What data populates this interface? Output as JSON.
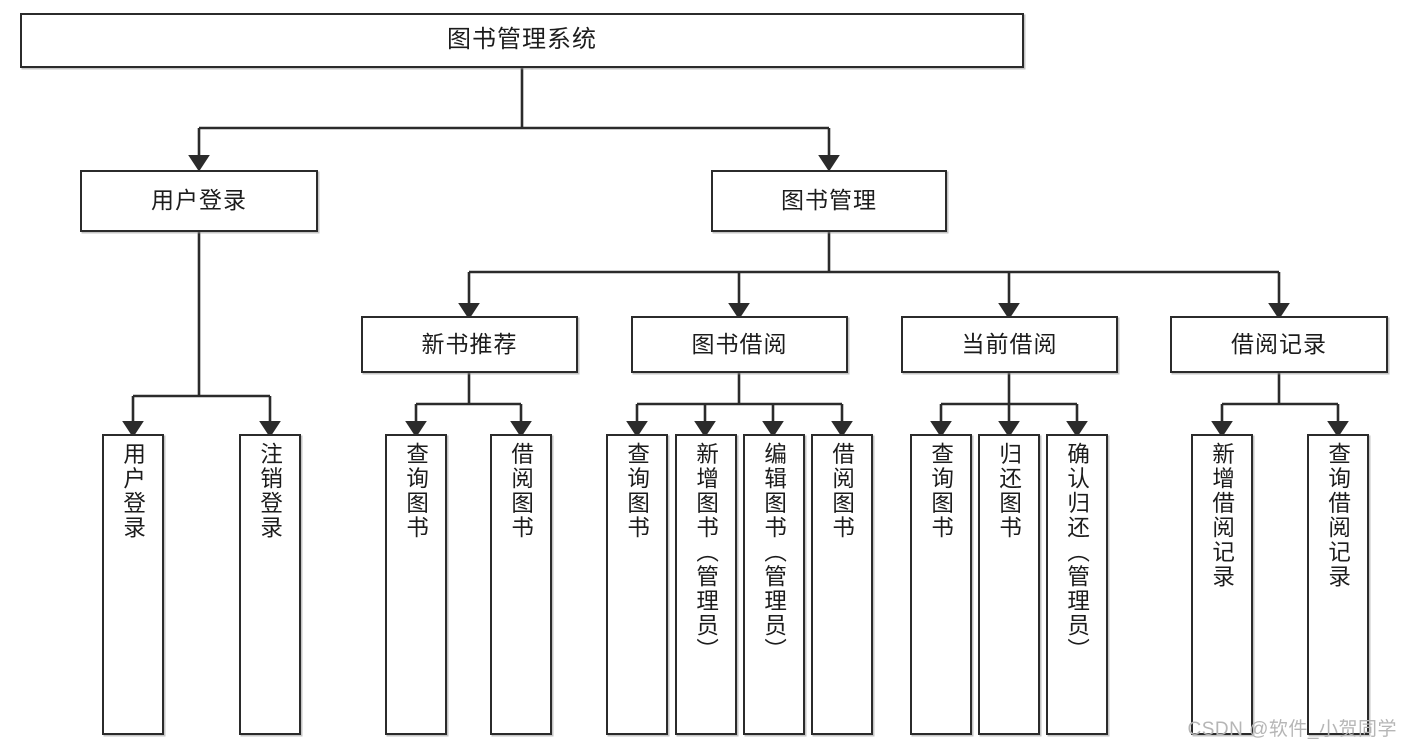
{
  "diagram": {
    "title": "图书管理系统",
    "root": {
      "label": "图书管理系统"
    },
    "level1": [
      {
        "label": "用户登录"
      },
      {
        "label": "图书管理"
      }
    ],
    "level2": [
      {
        "label": "新书推荐"
      },
      {
        "label": "图书借阅"
      },
      {
        "label": "当前借阅"
      },
      {
        "label": "借阅记录"
      }
    ],
    "leaves": {
      "user_login": [
        {
          "label": "用户登录"
        },
        {
          "label": "注销登录"
        }
      ],
      "new_book_recommend": [
        {
          "label": "查询图书"
        },
        {
          "label": "借阅图书"
        }
      ],
      "book_borrow": [
        {
          "label": "查询图书"
        },
        {
          "label": "新增图书（管理员）"
        },
        {
          "label": "编辑图书（管理员）"
        },
        {
          "label": "借阅图书"
        }
      ],
      "current_borrow": [
        {
          "label": "查询图书"
        },
        {
          "label": "归还图书"
        },
        {
          "label": "确认归还（管理员）"
        }
      ],
      "borrow_record": [
        {
          "label": "新增借阅记录"
        },
        {
          "label": "查询借阅记录"
        }
      ]
    },
    "watermark": "CSDN @软件_小贺同学",
    "colors": {
      "stroke": "#2b2b2b",
      "fill": "#ffffff",
      "text": "#1c1c1c",
      "watermark": "#b6b6b6"
    }
  }
}
